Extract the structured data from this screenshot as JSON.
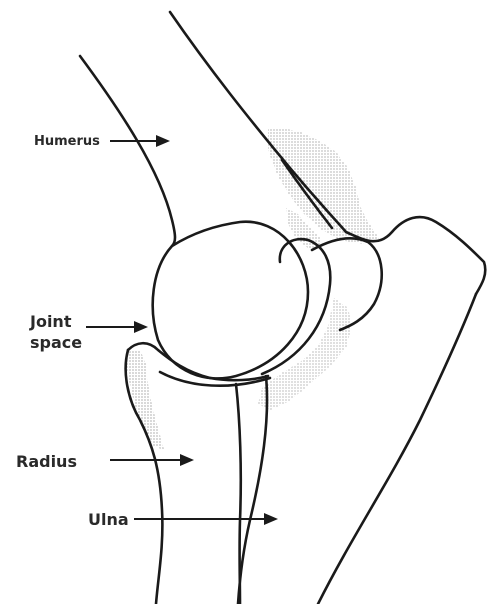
{
  "labels": {
    "humerus": "Humerus",
    "joint_line1": "Joint",
    "joint_line2": "space",
    "radius": "Radius",
    "ulna": "Ulna"
  },
  "colors": {
    "ink": "#1a1a1a",
    "stipple": "#333333",
    "background": "#ffffff"
  }
}
